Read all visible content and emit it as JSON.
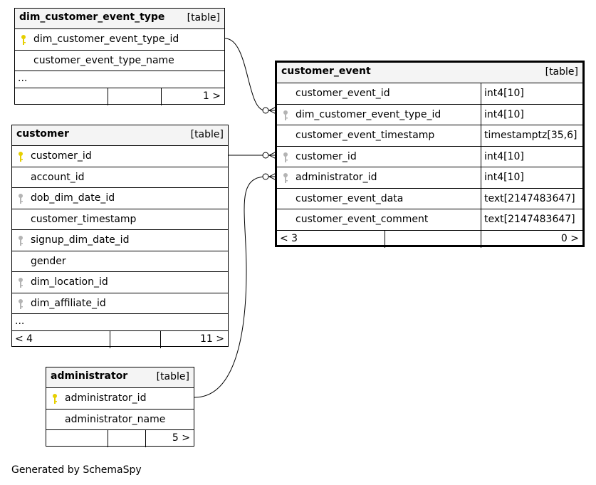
{
  "tables": {
    "dim_customer_event_type": {
      "name": "dim_customer_event_type",
      "type": "[table]",
      "columns": [
        {
          "name": "dim_customer_event_type_id",
          "key": "primary"
        },
        {
          "name": "customer_event_type_name",
          "key": "none"
        }
      ],
      "ellipsis": "...",
      "footer": {
        "parents": "",
        "children": "1 >"
      }
    },
    "customer": {
      "name": "customer",
      "type": "[table]",
      "columns": [
        {
          "name": "customer_id",
          "key": "primary"
        },
        {
          "name": "account_id",
          "key": "none"
        },
        {
          "name": "dob_dim_date_id",
          "key": "foreign"
        },
        {
          "name": "customer_timestamp",
          "key": "none"
        },
        {
          "name": "signup_dim_date_id",
          "key": "foreign"
        },
        {
          "name": "gender",
          "key": "none"
        },
        {
          "name": "dim_location_id",
          "key": "foreign"
        },
        {
          "name": "dim_affiliate_id",
          "key": "foreign"
        }
      ],
      "ellipsis": "...",
      "footer": {
        "parents": "< 4",
        "children": "11 >"
      }
    },
    "administrator": {
      "name": "administrator",
      "type": "[table]",
      "columns": [
        {
          "name": "administrator_id",
          "key": "primary"
        },
        {
          "name": "administrator_name",
          "key": "none"
        }
      ],
      "footer": {
        "parents": "",
        "children": "5 >"
      }
    },
    "customer_event": {
      "name": "customer_event",
      "type": "[table]",
      "columns": [
        {
          "name": "customer_event_id",
          "key": "none",
          "datatype": "int4[10]"
        },
        {
          "name": "dim_customer_event_type_id",
          "key": "foreign",
          "datatype": "int4[10]"
        },
        {
          "name": "customer_event_timestamp",
          "key": "none",
          "datatype": "timestamptz[35,6]"
        },
        {
          "name": "customer_id",
          "key": "foreign",
          "datatype": "int4[10]"
        },
        {
          "name": "administrator_id",
          "key": "foreign",
          "datatype": "int4[10]"
        },
        {
          "name": "customer_event_data",
          "key": "none",
          "datatype": "text[2147483647]"
        },
        {
          "name": "customer_event_comment",
          "key": "none",
          "datatype": "text[2147483647]"
        }
      ],
      "footer": {
        "parents": "< 3",
        "children": "0 >"
      }
    }
  },
  "colors": {
    "primary_key": "#e6cf00",
    "foreign_key": "#b4b4b4",
    "header_bg": "#f4f4f4"
  },
  "generated_by": "Generated by SchemaSpy"
}
